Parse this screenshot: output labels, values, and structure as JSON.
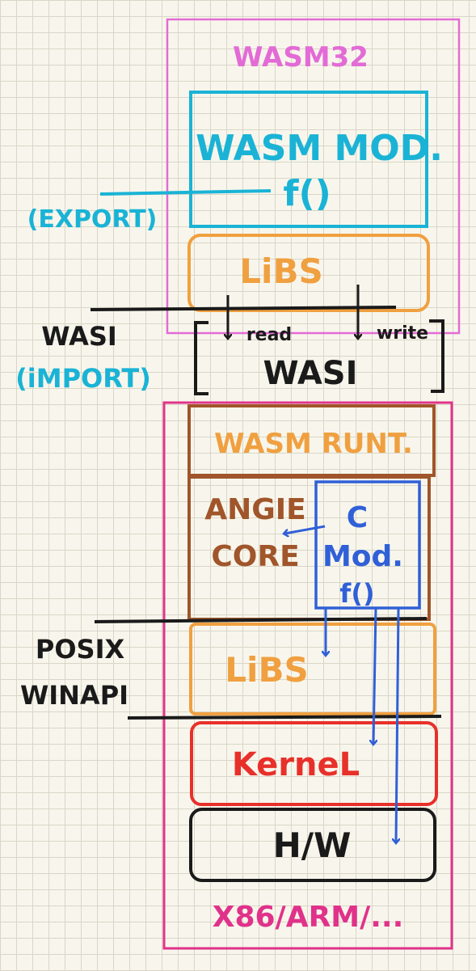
{
  "colors": {
    "wasm_outer": "#e36bd6",
    "wasm_module": "#1ab3d6",
    "libs": "#f0a040",
    "black": "#1a1a1a",
    "host_outer": "#e0328a",
    "runtime": "#a0552a",
    "c_module": "#3060d8",
    "kernel": "#e8302a",
    "export_label": "#1ab3d6"
  },
  "top": {
    "platform_label": "WASM32",
    "wasm_module_title": "WASM MOD.",
    "wasm_module_func": "f()",
    "export_label": "(EXPORT)",
    "libs_label": "LiBS"
  },
  "wasi": {
    "side_label_line1": "WASI",
    "side_label_line2": "(iMPORT)",
    "read_label": "read",
    "write_label": "write",
    "box_label": "WASI"
  },
  "host": {
    "runtime_label": "WASM RUNT.",
    "core_line1": "ANGIE",
    "core_line2": "CORE",
    "c_mod_line1": "C",
    "c_mod_line2": "Mod.",
    "c_mod_line3": "f()",
    "posix_line1": "POSIX",
    "posix_line2": "WINAPI",
    "libs_label": "LiBS",
    "kernel_label": "KerneL",
    "hw_label": "H/W",
    "platform_label": "X86/ARM/..."
  }
}
